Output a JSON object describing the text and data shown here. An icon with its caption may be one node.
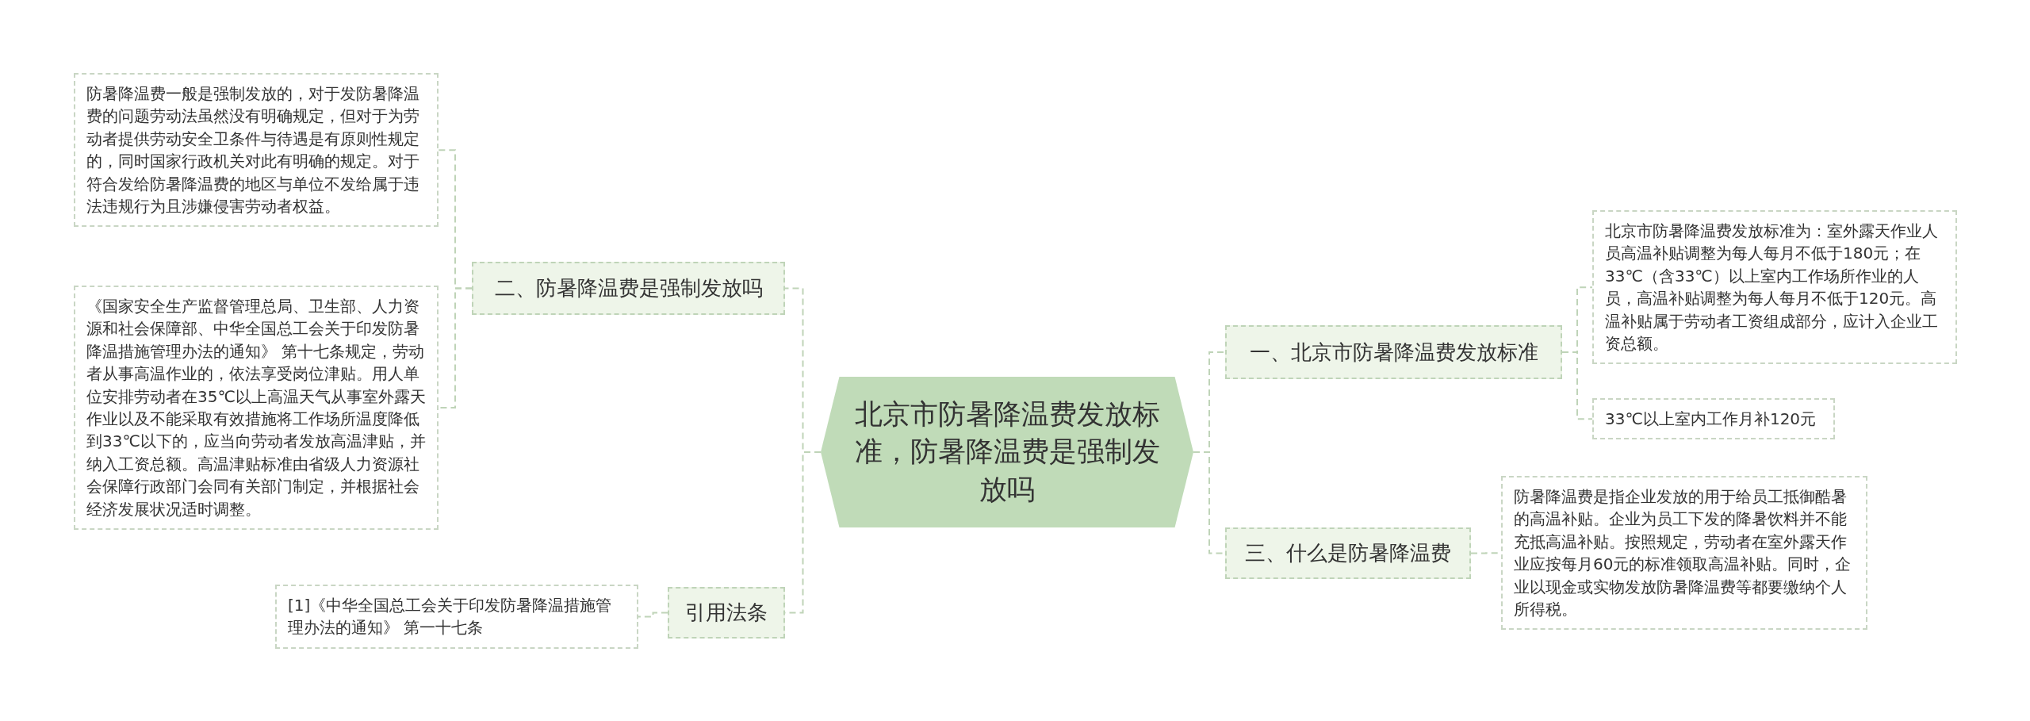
{
  "diagram": {
    "nodes": [
      {
        "text": [
          "北京市防暑降温费发放标准，防暑降温费是强制发放吗"
        ]
      },
      {
        "text": [
          "一、北京市防暑降温费发放标准"
        ]
      },
      {
        "text": [
          "北京市防暑降温费发放标准为：室外露天作业人员高温补贴调整为每人每月不低于180元；在33℃（含33℃）以上室内工作场所作业的人员，高温补贴调整为每人每月不低于120元。高温补贴属于劳动者工资组成部分，应计入企业工资总额。"
        ]
      },
      {
        "text": [
          "33℃以上室内工作月补120元"
        ]
      },
      {
        "text": [
          "二、防暑降温费是强制发放吗"
        ]
      },
      {
        "text": [
          "防暑降温费一般是强制发放的，对于发防暑降温费的问题劳动法虽然没有明确规定，但对于为劳动者提供劳动安全卫条件与待遇是有原则性规定的，同时国家行政机关对此有明确的规定。对于符合发给防暑降温费的地区与单位不发给属于违法违规行为且涉嫌侵害劳动者权益。"
        ]
      },
      {
        "text": [
          "《国家安全生产监督管理总局、卫生部、人力资源和社会保障部、中华全国总工会关于印发防暑降温措施管理办法的通知》 第十七条规定，劳动者从事高温作业的，依法享受岗位津贴。用人单位安排劳动者在35℃以上高温天气从事室外露天作业以及不能采取有效措施将工作场所温度降低到33℃以下的，应当向劳动者发放高温津贴，并纳入工资总额。高温津贴标准由省级人力资源社会保障行政部门会同有关部门制定，并根据社会经济发展状况适时调整。"
        ]
      },
      {
        "text": [
          "三、什么是防暑降温费"
        ]
      },
      {
        "text": [
          "防暑降温费是指企业发放的用于给员工抵御酷暑的高温补贴。企业为员工下发的降暑饮料并不能充抵高温补贴。按照规定，劳动者在室外露天作业应按每月60元的标准领取高温补贴。同时，企业以现金或实物发放防暑降温费等都要缴纳个人所得税。"
        ]
      },
      {
        "text": [
          "引用法条"
        ]
      },
      {
        "text": [
          "[1]《中华全国总工会关于印发防暑降温措施管理办法的通知》 第一十七条"
        ]
      }
    ],
    "edges": [
      {
        "from": 0,
        "to": 1,
        "arrow": "none"
      },
      {
        "from": 1,
        "to": 2,
        "arrow": "none"
      },
      {
        "from": 1,
        "to": 3,
        "arrow": "none"
      },
      {
        "from": 0,
        "to": 4,
        "arrow": "none"
      },
      {
        "from": 4,
        "to": 5,
        "arrow": "none"
      },
      {
        "from": 4,
        "to": 6,
        "arrow": "none"
      },
      {
        "from": 0,
        "to": 7,
        "arrow": "none"
      },
      {
        "from": 7,
        "to": 8,
        "arrow": "none"
      },
      {
        "from": 0,
        "to": 9,
        "arrow": "none"
      },
      {
        "from": 9,
        "to": 10,
        "arrow": "none"
      }
    ]
  }
}
